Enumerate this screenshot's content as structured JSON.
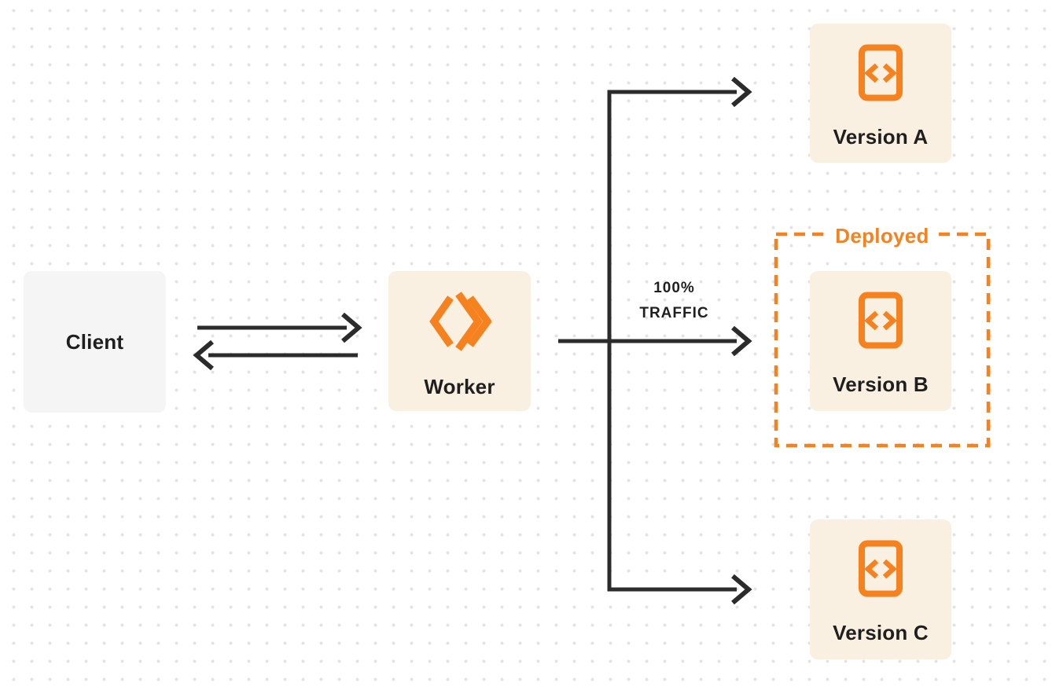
{
  "nodes": {
    "client": {
      "label": "Client"
    },
    "worker": {
      "label": "Worker",
      "icon": "cloudflare-workers-logo"
    },
    "version_a": {
      "label": "Version A",
      "icon": "code-file-icon"
    },
    "version_b": {
      "label": "Version B",
      "icon": "code-file-icon"
    },
    "version_c": {
      "label": "Version C",
      "icon": "code-file-icon"
    }
  },
  "groups": {
    "deployed": {
      "label": "Deployed"
    }
  },
  "edges": {
    "client_worker": {
      "type": "bidirectional-arrow-pair"
    },
    "worker_to_version_b": {
      "label_line1": "100%",
      "label_line2": "TRAFFIC"
    },
    "branch_to_version_a": {
      "type": "elbow-arrow"
    },
    "branch_to_version_c": {
      "type": "elbow-arrow"
    }
  },
  "colors": {
    "accent_orange": "#f6821f",
    "node_cream": "#faf0e1",
    "node_gray": "#f5f5f6",
    "arrow_dark": "#2b2b2b",
    "text_dark": "#1f1f1f",
    "dot_grid": "#e3e3e3",
    "background": "#ffffff"
  }
}
